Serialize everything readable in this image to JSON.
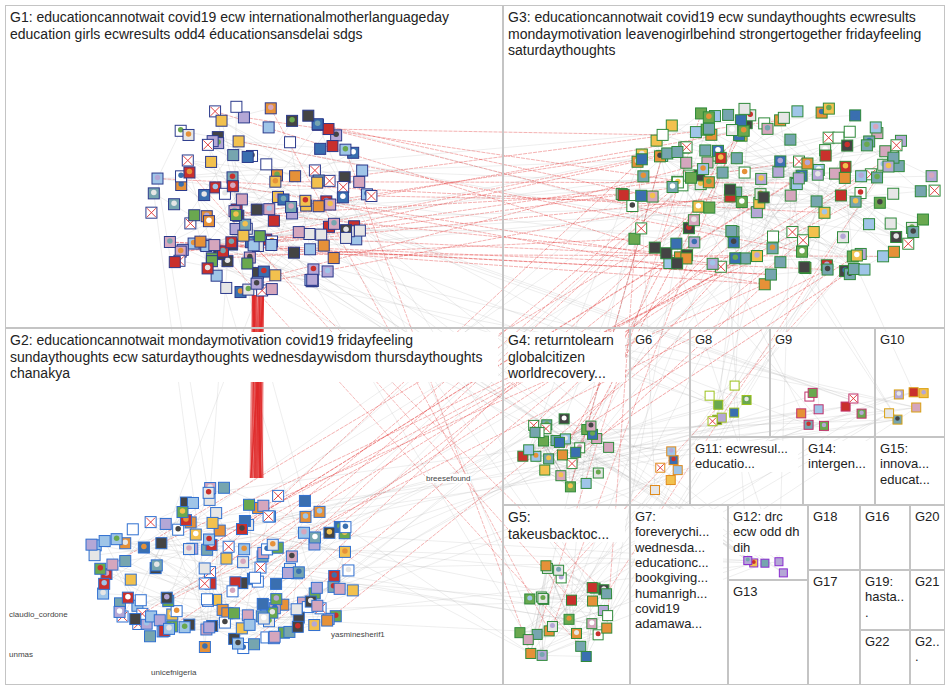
{
  "diagram": {
    "nodes": [
      {
        "text": [
          "G1: educationcannotwait covid19 ecw internationalmotherlanguageday education girls ecwresults odd4 éducationsansdelai sdgs"
        ]
      },
      {
        "text": [
          "G3: educationcannotwait covid19 ecw sundaythoughts ecwresults mondaymotivation leavenogirlbehind strongertogether fridayfeeling saturdaythoughts"
        ]
      },
      {
        "text": [
          "G2: educationcannotwait mondaymotivation covid19 fridayfeeling sundaythoughts ecw saturdaythoughts wednesdaywisdom thursdaythoughts chanakya"
        ]
      },
      {
        "text": [
          "G4: returntolearn globalcitizen worldrecovery..."
        ]
      },
      {
        "text": [
          "G6"
        ]
      },
      {
        "text": [
          "G8"
        ]
      },
      {
        "text": [
          "G9"
        ]
      },
      {
        "text": [
          "G10"
        ]
      },
      {
        "text": [
          "G11: ecwresul... educatio..."
        ]
      },
      {
        "text": [
          "G14: intergen..."
        ]
      },
      {
        "text": [
          "G15: innova... educat..."
        ]
      },
      {
        "text": [
          "G5: takeusbacktoc..."
        ]
      },
      {
        "text": [
          "G7: foreverychi... wednesda... educationc... bookgiving... humanrigh... covid19 adamawa..."
        ]
      },
      {
        "text": [
          "G12: drc ecw odd dh dih"
        ]
      },
      {
        "text": [
          "G18"
        ]
      },
      {
        "text": [
          "G16"
        ]
      },
      {
        "text": [
          "G20"
        ]
      },
      {
        "text": [
          "G13"
        ]
      },
      {
        "text": [
          "G17"
        ]
      },
      {
        "text": [
          "G19: hasta..."
        ]
      },
      {
        "text": [
          "G21"
        ]
      },
      {
        "text": [
          "G22"
        ]
      },
      {
        "text": [
          "G2..."
        ]
      }
    ],
    "labels": [
      "unicefnigeria",
      "unmas",
      "claudio_cordone",
      "breesefound",
      "yasminesherif1"
    ]
  }
}
